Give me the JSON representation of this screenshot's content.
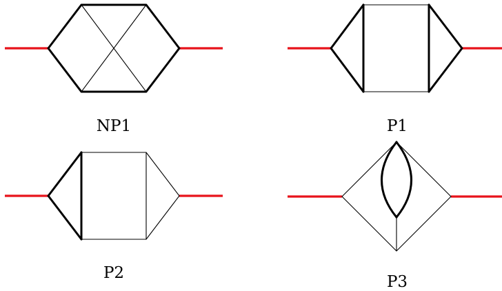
{
  "colors": {
    "external_line": "#e8131b",
    "propagator": "#000000",
    "background": "#ffffff"
  },
  "diagrams": [
    {
      "label": "NP1"
    },
    {
      "label": "P1"
    },
    {
      "label": "P2"
    },
    {
      "label": "P3"
    }
  ]
}
